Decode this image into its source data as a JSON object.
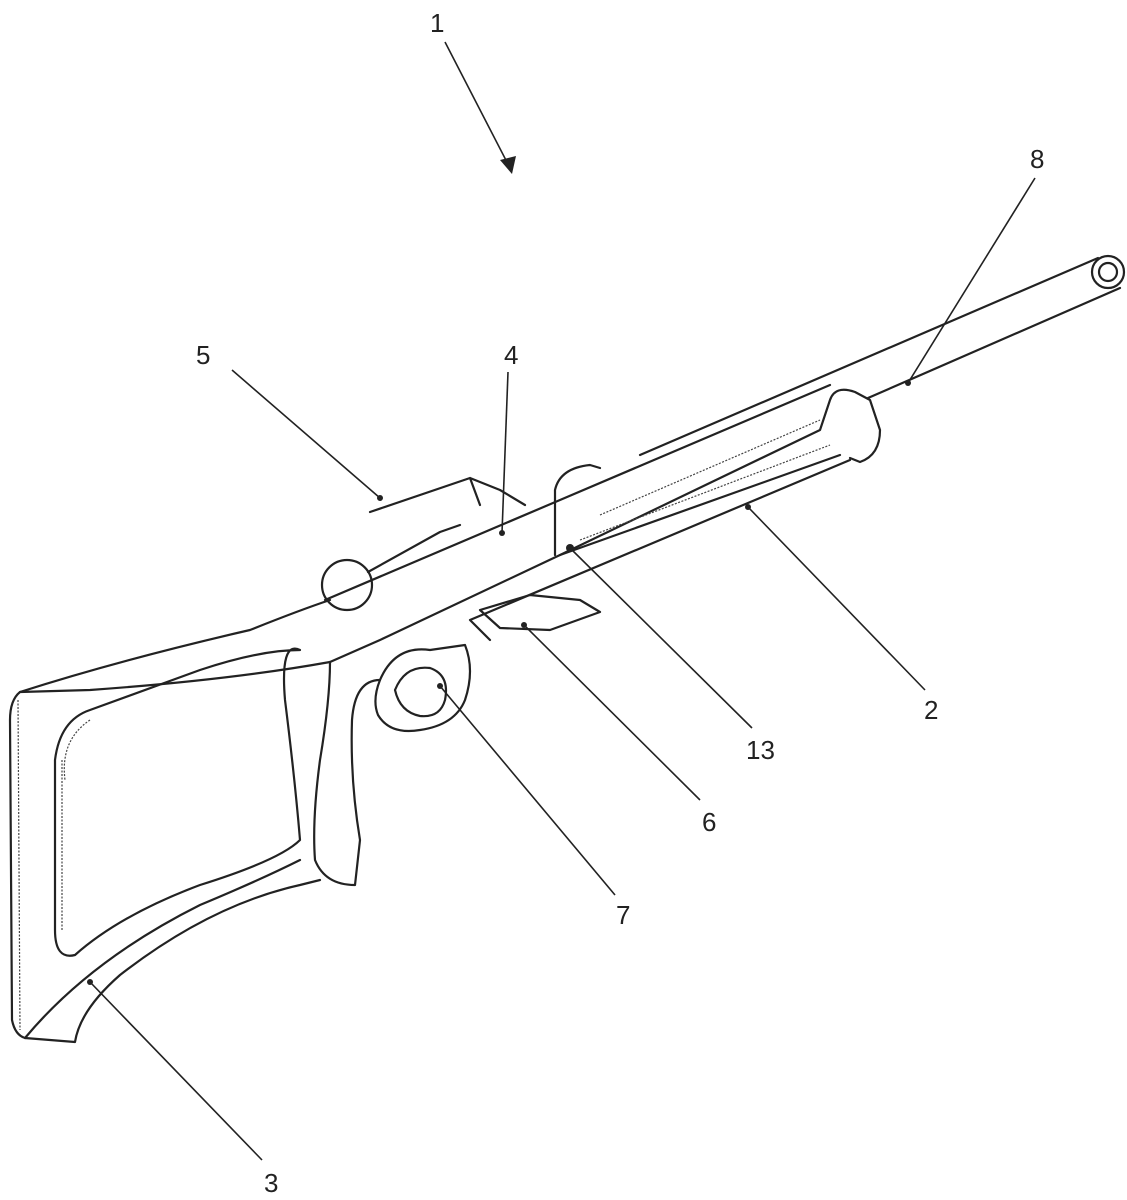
{
  "figure": {
    "labels": {
      "assembly": "1",
      "barrel": "8",
      "bolt_handle": "5",
      "receiver": "4",
      "stock_forend": "2",
      "pin": "13",
      "magazine_well": "6",
      "trigger_guard": "7",
      "buttstock": "3"
    }
  }
}
